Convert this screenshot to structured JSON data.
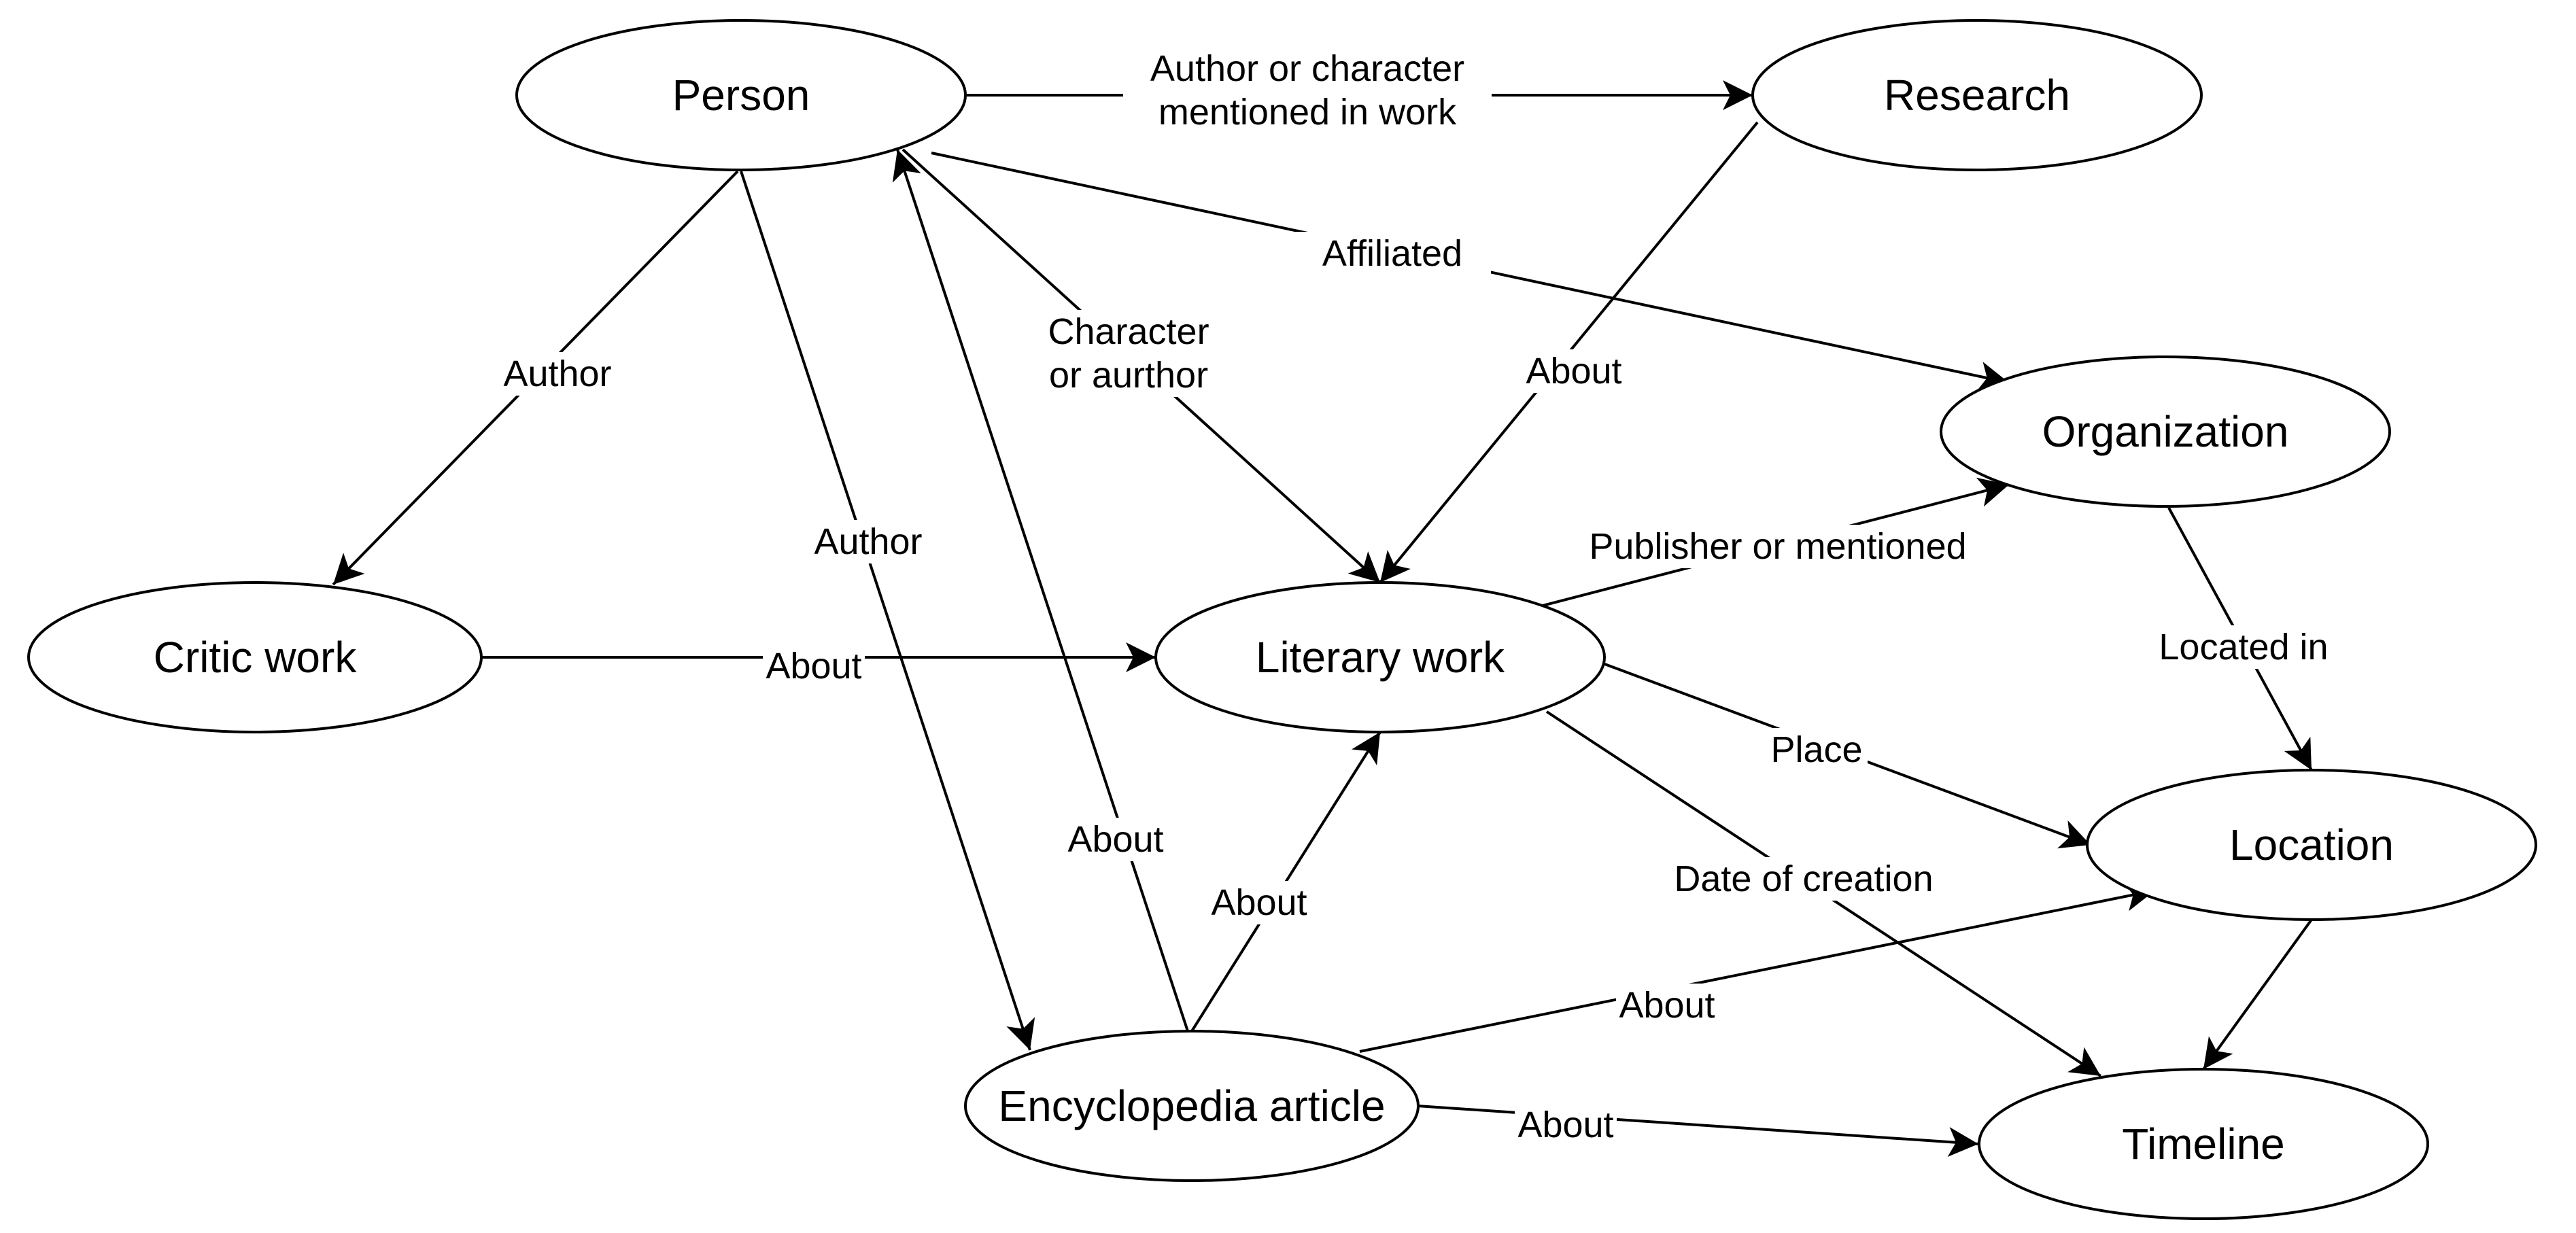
{
  "nodes": {
    "person": "Person",
    "research": "Research",
    "organization": "Organization",
    "critic_work": "Critic work",
    "literary_work": "Literary work",
    "location": "Location",
    "encyclopedia_article": "Encyclopedia article",
    "timeline": "Timeline"
  },
  "edges": {
    "person_research": [
      "Author or character",
      "mentioned in work"
    ],
    "person_organization": [
      "Affiliated"
    ],
    "person_critic_author": [
      "Author"
    ],
    "person_encyclopedia_author": [
      "Author"
    ],
    "character_or_author": [
      "Character",
      "or aurthor"
    ],
    "research_literary_about": [
      "About"
    ],
    "critic_literary_about": [
      "About"
    ],
    "literary_organization": [
      "Publisher or mentioned"
    ],
    "organization_location": [
      "Located in"
    ],
    "literary_location_place": [
      "Place"
    ],
    "literary_timeline_date": [
      "Date of creation"
    ],
    "encyclopedia_person_about": [
      "About"
    ],
    "encyclopedia_literary_about": [
      "About"
    ],
    "encyclopedia_location_about": [
      "About"
    ],
    "encyclopedia_timeline_about": [
      "About"
    ]
  },
  "colors": {
    "stroke": "#000000",
    "background": "#ffffff"
  }
}
